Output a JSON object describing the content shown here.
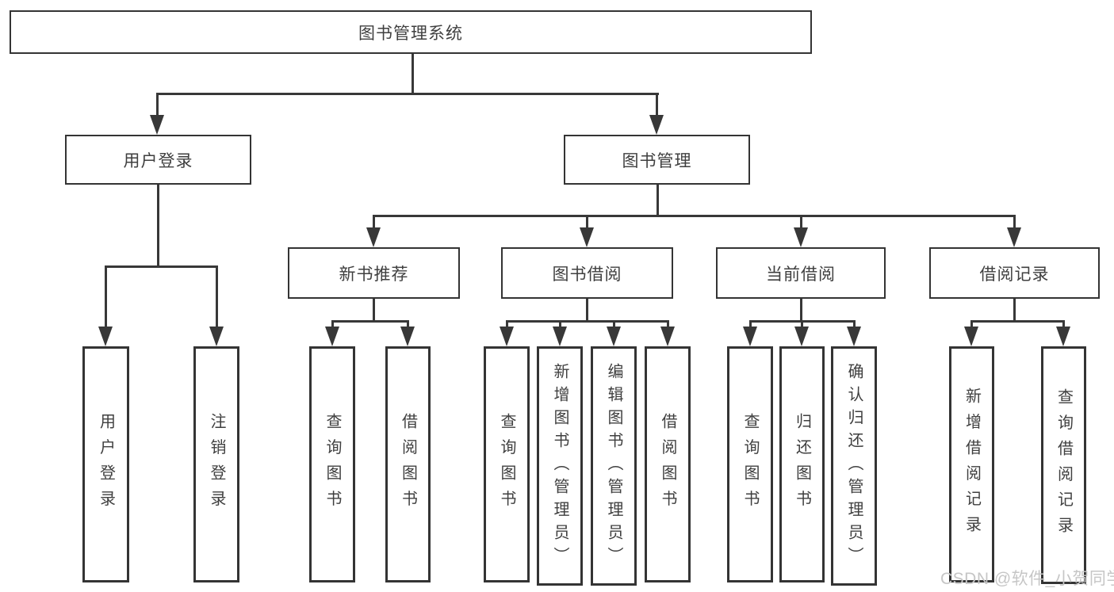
{
  "tree": {
    "root": {
      "label": "图书管理系统",
      "children": [
        {
          "label": "用户登录",
          "leaves": [
            "用户登录",
            "注销登录"
          ]
        },
        {
          "label": "图书管理",
          "children": [
            {
              "label": "新书推荐",
              "leaves": [
                "查询图书",
                "借阅图书"
              ]
            },
            {
              "label": "图书借阅",
              "leaves": [
                "查询图书",
                "新增图书（管理员）",
                "编辑图书（管理员）",
                "借阅图书"
              ]
            },
            {
              "label": "当前借阅",
              "leaves": [
                "查询图书",
                "归还图书",
                "确认归还（管理员）"
              ]
            },
            {
              "label": "借阅记录",
              "leaves": [
                "新增借阅记录",
                "查询借阅记录"
              ]
            }
          ]
        }
      ]
    }
  },
  "watermark": {
    "text": "CSDN @软件_小贺同学"
  },
  "colors": {
    "line": "#383838",
    "box_border": "#343434",
    "text": "#3f3f3f",
    "background": "#ffffff",
    "watermark": "#c6c6c6"
  }
}
